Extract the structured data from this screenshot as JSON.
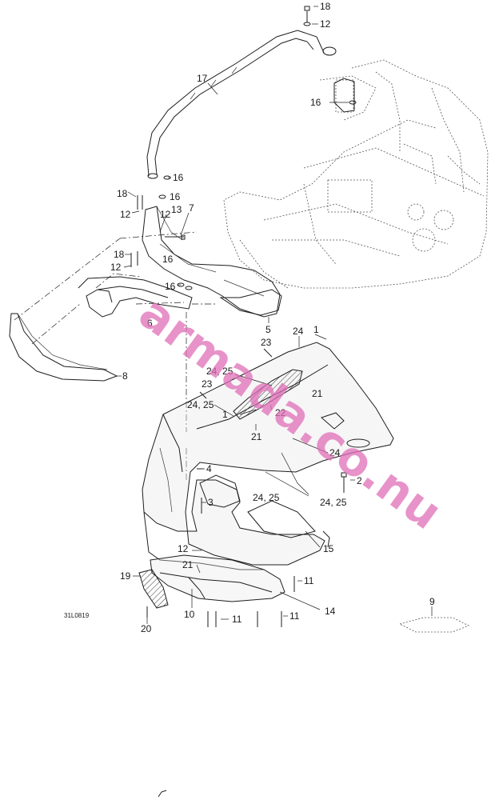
{
  "diagram": {
    "figure_code": "31L0819",
    "watermark": "armada.co.nu",
    "callouts": [
      {
        "id": "c18a",
        "text": "18"
      },
      {
        "id": "c12a",
        "text": "12"
      },
      {
        "id": "c17",
        "text": "17"
      },
      {
        "id": "c16a",
        "text": "16"
      },
      {
        "id": "c16b",
        "text": "16"
      },
      {
        "id": "c18b",
        "text": "18"
      },
      {
        "id": "c16c",
        "text": "16"
      },
      {
        "id": "c12b",
        "text": "12"
      },
      {
        "id": "c12c",
        "text": "12"
      },
      {
        "id": "c13",
        "text": "13"
      },
      {
        "id": "c7",
        "text": "7"
      },
      {
        "id": "c18c",
        "text": "18"
      },
      {
        "id": "c16d",
        "text": "16"
      },
      {
        "id": "c12d",
        "text": "12"
      },
      {
        "id": "c16e",
        "text": "16"
      },
      {
        "id": "c6",
        "text": "6"
      },
      {
        "id": "c5",
        "text": "5"
      },
      {
        "id": "c8",
        "text": "8"
      },
      {
        "id": "c23a",
        "text": "23"
      },
      {
        "id": "c24a",
        "text": "24"
      },
      {
        "id": "c1a",
        "text": "1"
      },
      {
        "id": "c2425a",
        "text": "24, 25"
      },
      {
        "id": "c23b",
        "text": "23"
      },
      {
        "id": "c21a",
        "text": "21"
      },
      {
        "id": "c2425b",
        "text": "24, 25"
      },
      {
        "id": "c1b",
        "text": "1"
      },
      {
        "id": "c22",
        "text": "22"
      },
      {
        "id": "c21b",
        "text": "21"
      },
      {
        "id": "c24b",
        "text": "24"
      },
      {
        "id": "c4",
        "text": "4"
      },
      {
        "id": "c2",
        "text": "2"
      },
      {
        "id": "c3",
        "text": "3"
      },
      {
        "id": "c2425c",
        "text": "24, 25"
      },
      {
        "id": "c2425d",
        "text": "24, 25"
      },
      {
        "id": "c15",
        "text": "15"
      },
      {
        "id": "c12e",
        "text": "12"
      },
      {
        "id": "c21c",
        "text": "21"
      },
      {
        "id": "c19",
        "text": "19"
      },
      {
        "id": "c11a",
        "text": "11"
      },
      {
        "id": "c14",
        "text": "14"
      },
      {
        "id": "c10",
        "text": "10"
      },
      {
        "id": "c11b",
        "text": "11"
      },
      {
        "id": "c11c",
        "text": "11"
      },
      {
        "id": "c20",
        "text": "20"
      },
      {
        "id": "c9",
        "text": "9"
      }
    ]
  }
}
